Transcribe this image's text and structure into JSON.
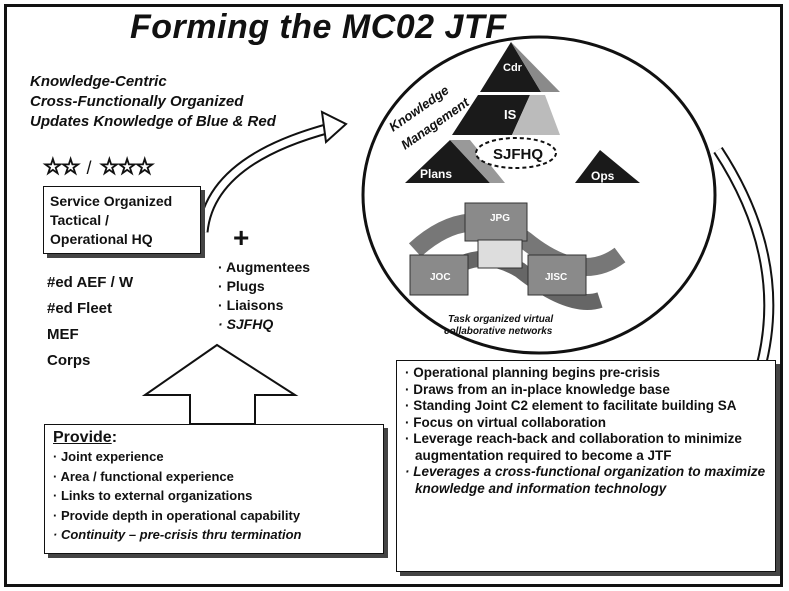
{
  "title": "Forming the MC02 JTF",
  "subtitle_lines": [
    "Knowledge-Centric",
    "Cross-Functionally Organized",
    "Updates Knowledge of Blue & Red"
  ],
  "stars": {
    "left": "☆☆",
    "separator": "/",
    "right": "☆☆☆"
  },
  "hq_box": {
    "lines": [
      "Service Organized",
      "Tactical /",
      "Operational HQ"
    ]
  },
  "plus_sign": "+",
  "units": [
    "#ed AEF / W",
    "#ed Fleet",
    "MEF",
    "Corps"
  ],
  "augments": [
    "Augmentees",
    "Plugs",
    "Liaisons",
    "SJFHQ"
  ],
  "pyramid": {
    "apex": "Cdr",
    "middle": "IS",
    "center": "SJFHQ",
    "left": "Plans",
    "right": "Ops",
    "side_label_1": "Knowledge",
    "side_label_2": "Management"
  },
  "network": {
    "nodes": [
      "JPG",
      "JOC",
      "JISC"
    ],
    "caption_1": "Task organized virtual",
    "caption_2": "collaborative networks"
  },
  "provide": {
    "heading": "Provide",
    "colon": ":",
    "items": [
      "Joint experience",
      "Area /  functional experience",
      "Links to external organizations",
      "Provide depth in operational capability",
      "Continuity – pre-crisis thru termination"
    ]
  },
  "operations": {
    "items": [
      "Operational planning begins pre-crisis",
      "Draws from an in-place knowledge base",
      "Standing Joint C2 element to facilitate building SA",
      "Focus on virtual collaboration",
      "Leverage reach-back and collaboration to minimize augmentation required to become a JTF",
      "Leverages a cross-functional organization to maximize knowledge and information technology"
    ]
  },
  "colors": {
    "ink": "#111111",
    "shadow": "#444444",
    "tile": "#7a7a7a",
    "pyramid_dark": "#1a1a1a"
  }
}
